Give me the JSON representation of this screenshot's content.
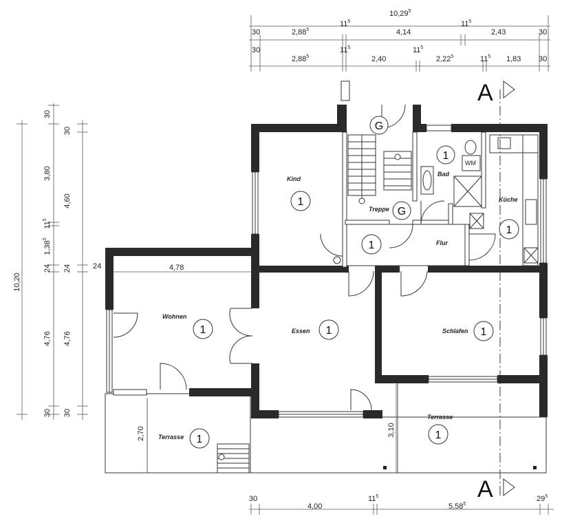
{
  "top_dims": {
    "overall": "10,29",
    "overall_sup": "5",
    "row1": [
      "30",
      "2,88",
      "11",
      "4,14",
      "11",
      "2,43",
      "30"
    ],
    "row1_sup": [
      "",
      "5",
      "5",
      "",
      "5",
      "",
      ""
    ],
    "row2": [
      "30",
      "2,88",
      "11",
      "2,40",
      "11",
      "2,22",
      "11",
      "1,83",
      "30"
    ],
    "row2_sup": [
      "",
      "5",
      "5",
      "",
      "5",
      "5",
      "5",
      "",
      ""
    ]
  },
  "bottom_dims": {
    "row": [
      "30",
      "4,00",
      "11",
      "5,58",
      "29"
    ],
    "row_sup": [
      "",
      "",
      "5",
      "5",
      "5"
    ]
  },
  "left_dims": {
    "overall": "10,20",
    "col_a": [
      "30",
      "3,80",
      "11",
      "1,38",
      "24",
      "4,76",
      "30"
    ],
    "col_a_sup": [
      "",
      "",
      "5",
      "5",
      "",
      "",
      ""
    ],
    "col_b": [
      "30",
      "4,60",
      "24",
      "4,76",
      "30"
    ],
    "wall_24": "24"
  },
  "inner_dims": {
    "wohnen_width": "4,78",
    "terrasse_left_depth": "2,70",
    "terrasse_right_depth": "3,10"
  },
  "section_mark": "A",
  "rooms": {
    "kind": "Kind",
    "treppe": "Treppe",
    "bad": "Bad",
    "wm": "WM",
    "kueche": "Küche",
    "flur": "Flur",
    "wohnen": "Wohnen",
    "essen": "Essen",
    "schlafen": "Schlafen",
    "terrasse_left": "Terrasse",
    "terrasse_right": "Terrasse"
  },
  "markers": {
    "one": "1",
    "g": "G"
  }
}
